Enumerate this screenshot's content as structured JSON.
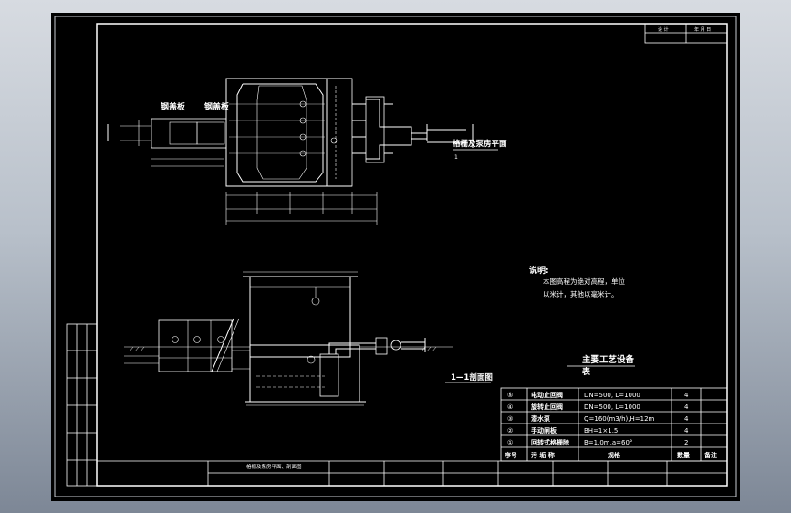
{
  "colors": {
    "background": "#000000",
    "lines": "#ffffff",
    "frame": "#c8ccd2"
  },
  "plan": {
    "label_left_a": "钢盖板",
    "label_left_b": "钢盖板",
    "title": "格栅及泵房平面",
    "section_mark": "1"
  },
  "section": {
    "title": "1—1剖面图"
  },
  "notes": {
    "heading": "说明:",
    "line1": "本图高程为绝对高程，单位",
    "line2": "以米计，其他以毫米计。"
  },
  "equipment": {
    "title": "主要工艺设备",
    "subtitle": "表",
    "headers": {
      "no": "序号",
      "name": "污 垢 称",
      "spec": "规格",
      "qty": "数量",
      "remark": "备注"
    },
    "rows": [
      {
        "no": "⑤",
        "name": "电动止回阀",
        "spec": "DN=500, L=1000",
        "qty": "4",
        "remark": ""
      },
      {
        "no": "④",
        "name": "旋转止回阀",
        "spec": "DN=500, L=1000",
        "qty": "4",
        "remark": ""
      },
      {
        "no": "③",
        "name": "潜水泵",
        "spec": "Q=160(m3/h),H=12m",
        "qty": "4",
        "remark": ""
      },
      {
        "no": "②",
        "name": "手动闸板",
        "spec": "BH=1×1.5",
        "qty": "4",
        "remark": ""
      },
      {
        "no": "①",
        "name": "回转式格栅除",
        "spec": "B=1.0m,a=60°",
        "qty": "2",
        "remark": ""
      }
    ]
  },
  "title_block": {
    "top_right_a": "设 计",
    "top_right_b": "年 月 日",
    "drawing_name": "格栅及泵房平面、剖面图"
  }
}
